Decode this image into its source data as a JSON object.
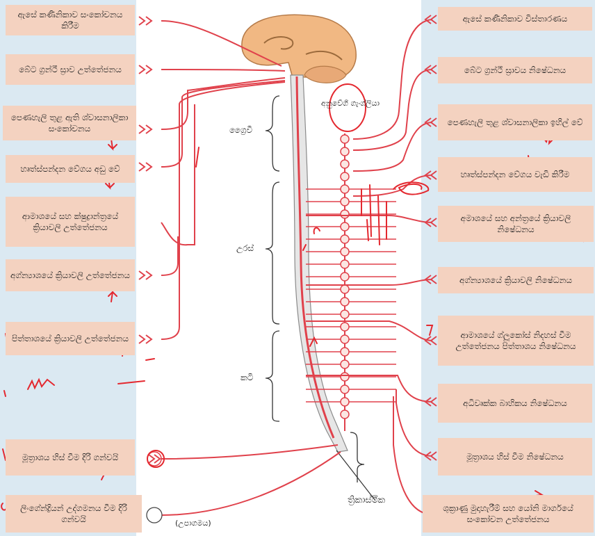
{
  "left_boxes": [
    {
      "id": "pupil-constrict",
      "text": "ඇසේ කණීනිකාව සංකෝචනය කිරීම"
    },
    {
      "id": "saliva-stim",
      "text": "බේට ග්‍රන්ථී ස්‍රාව උත්තේජනය"
    },
    {
      "id": "bronchi-constrict",
      "text": "පෙණහැලි තුළ ඇති ශ්වාසනාලිකා සංකෝචනය"
    },
    {
      "id": "heart-slow",
      "text": "හෘත්ස්පන්දන වේගය අඩු වේ"
    },
    {
      "id": "stomach-stim",
      "text": "ආමාශයේ සහ ක්ෂුද්‍රාන්ත්‍රයේ ක්‍රියාවලි උත්තේජනය"
    },
    {
      "id": "pancreas-stim",
      "text": "අග්න්‍යාශයේ ක්‍රියාවලි උත්තේජනය"
    },
    {
      "id": "gallbladder-stim",
      "text": "පිත්තාශයේ ක්‍රියාවලි උත්තේජනය"
    },
    {
      "id": "bladder-contract",
      "text": "මූත්‍රාශය හිස් වීම දිරි ගන්වයි"
    },
    {
      "id": "genital-erect",
      "text": "ලිංගේන්ද්‍රියන් උද්ගමනය වීම දිරි ගන්වයි"
    }
  ],
  "right_boxes": [
    {
      "id": "pupil-dilate",
      "text": "ඇසේ කණීනිකාව විස්තාරණය"
    },
    {
      "id": "saliva-inhibit",
      "text": "බේට ග්‍රන්ථී ස්‍රාවය නිෂේධනය"
    },
    {
      "id": "bronchi-relax",
      "text": "පෙණහැලි තුළ ශ්වාසනාලිකා ඉහිල් වේ"
    },
    {
      "id": "heart-fast",
      "text": "හෘත්ස්පන්දන වේගය වැඩි කිරීම"
    },
    {
      "id": "stomach-inhibit",
      "text": "අමාශයේ සහ අන්ත්‍රයේ ක්‍රියාවලි නිෂේධනය"
    },
    {
      "id": "pancreas-inhibit",
      "text": "අග්න්‍යාශයේ ක්‍රියාවලි නිෂේධනය"
    },
    {
      "id": "glucose-stim",
      "text": "ආමාශයේ ග්ලූකෝස් නිදහස් වීම උත්තේජනය පිත්තාශය නිෂේධනය"
    },
    {
      "id": "adrenal-inhibit",
      "text": "අධිවෘක්ක බාහිකය නිෂේධනය"
    },
    {
      "id": "bladder-inhibit",
      "text": "මූත්‍රාශය හිස් වීම නිෂේධනය"
    },
    {
      "id": "ejaculation",
      "text": "ශුක්‍රාණු මුදාහැරීම් සහ යෝනි මාර්ගයේ සංකෝචන උත්තේජනය"
    }
  ],
  "labels": {
    "ganglia": "අනුවේගී ගැංග්ලියා",
    "cervical": "ග්‍රෛවී",
    "thoracic": "උරස්",
    "lumbar": "කටි",
    "sacral": "ත්‍රිකාස්ථික",
    "parasympathetic_note": "(උපාගමය)"
  },
  "colors": {
    "box_bg": "#f4d2c0",
    "band_bg": "#dbe9f2",
    "nerve": "#e0414b",
    "brain": "#f1b883",
    "spine": "#d9d9d9",
    "ink": "#e4282f"
  }
}
